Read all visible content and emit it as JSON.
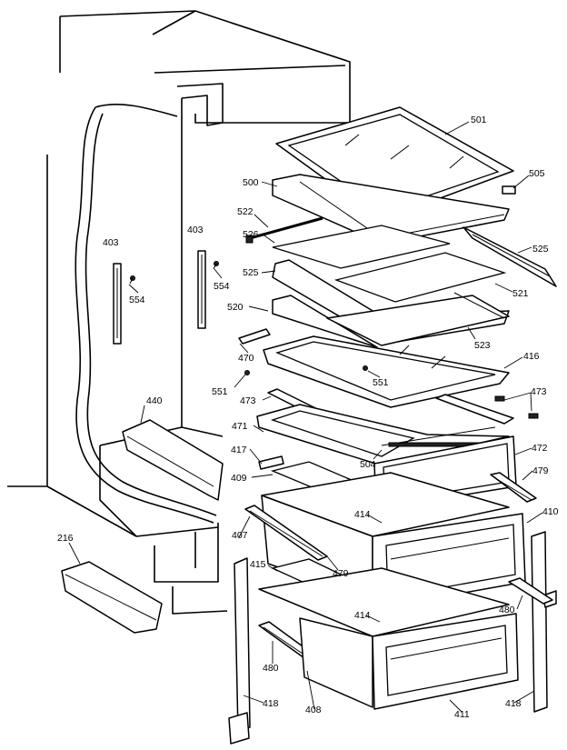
{
  "labels": {
    "p501": "501",
    "p505": "505",
    "p500": "500",
    "p522": "522",
    "p526": "526",
    "p525a": "525",
    "p525b": "525",
    "p521": "521",
    "p403a": "403",
    "p403b": "403",
    "p554a": "554",
    "p554b": "554",
    "p520": "520",
    "p523": "523",
    "p470": "470",
    "p416": "416",
    "p551a": "551",
    "p551b": "551",
    "p473a": "473",
    "p473b": "473",
    "p440": "440",
    "p471": "471",
    "p472": "472",
    "p417": "417",
    "p504": "504",
    "p479a": "479",
    "p409": "409",
    "p414a": "414",
    "p410": "410",
    "p216": "216",
    "p407": "407",
    "p479b": "479",
    "p415": "415",
    "p480a": "480",
    "p414b": "414",
    "p480b": "480",
    "p418a": "418",
    "p408": "408",
    "p411": "411",
    "p418b": "418"
  }
}
